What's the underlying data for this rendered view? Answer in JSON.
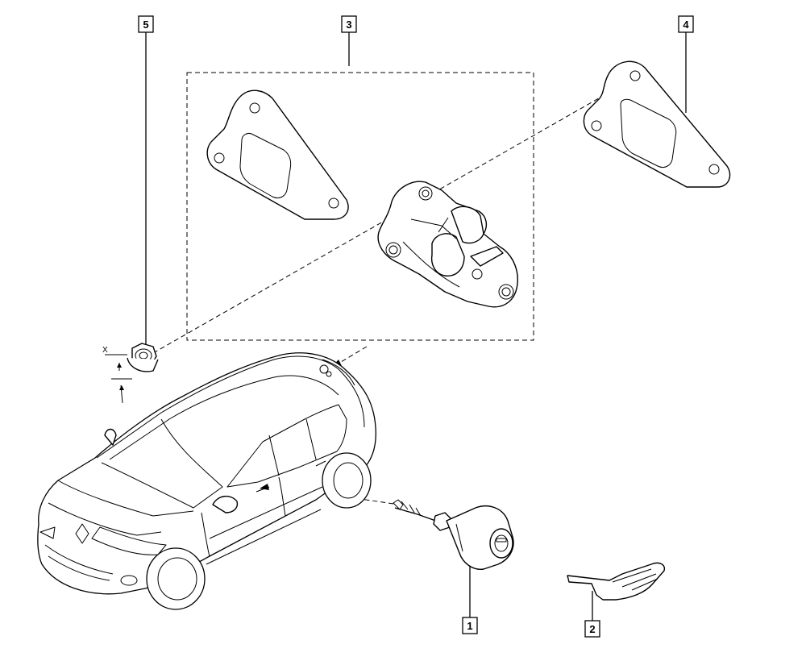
{
  "callouts": {
    "c1": "1",
    "c2": "2",
    "c3": "3",
    "c4": "4",
    "c5": "5"
  },
  "dimension_label": "X"
}
